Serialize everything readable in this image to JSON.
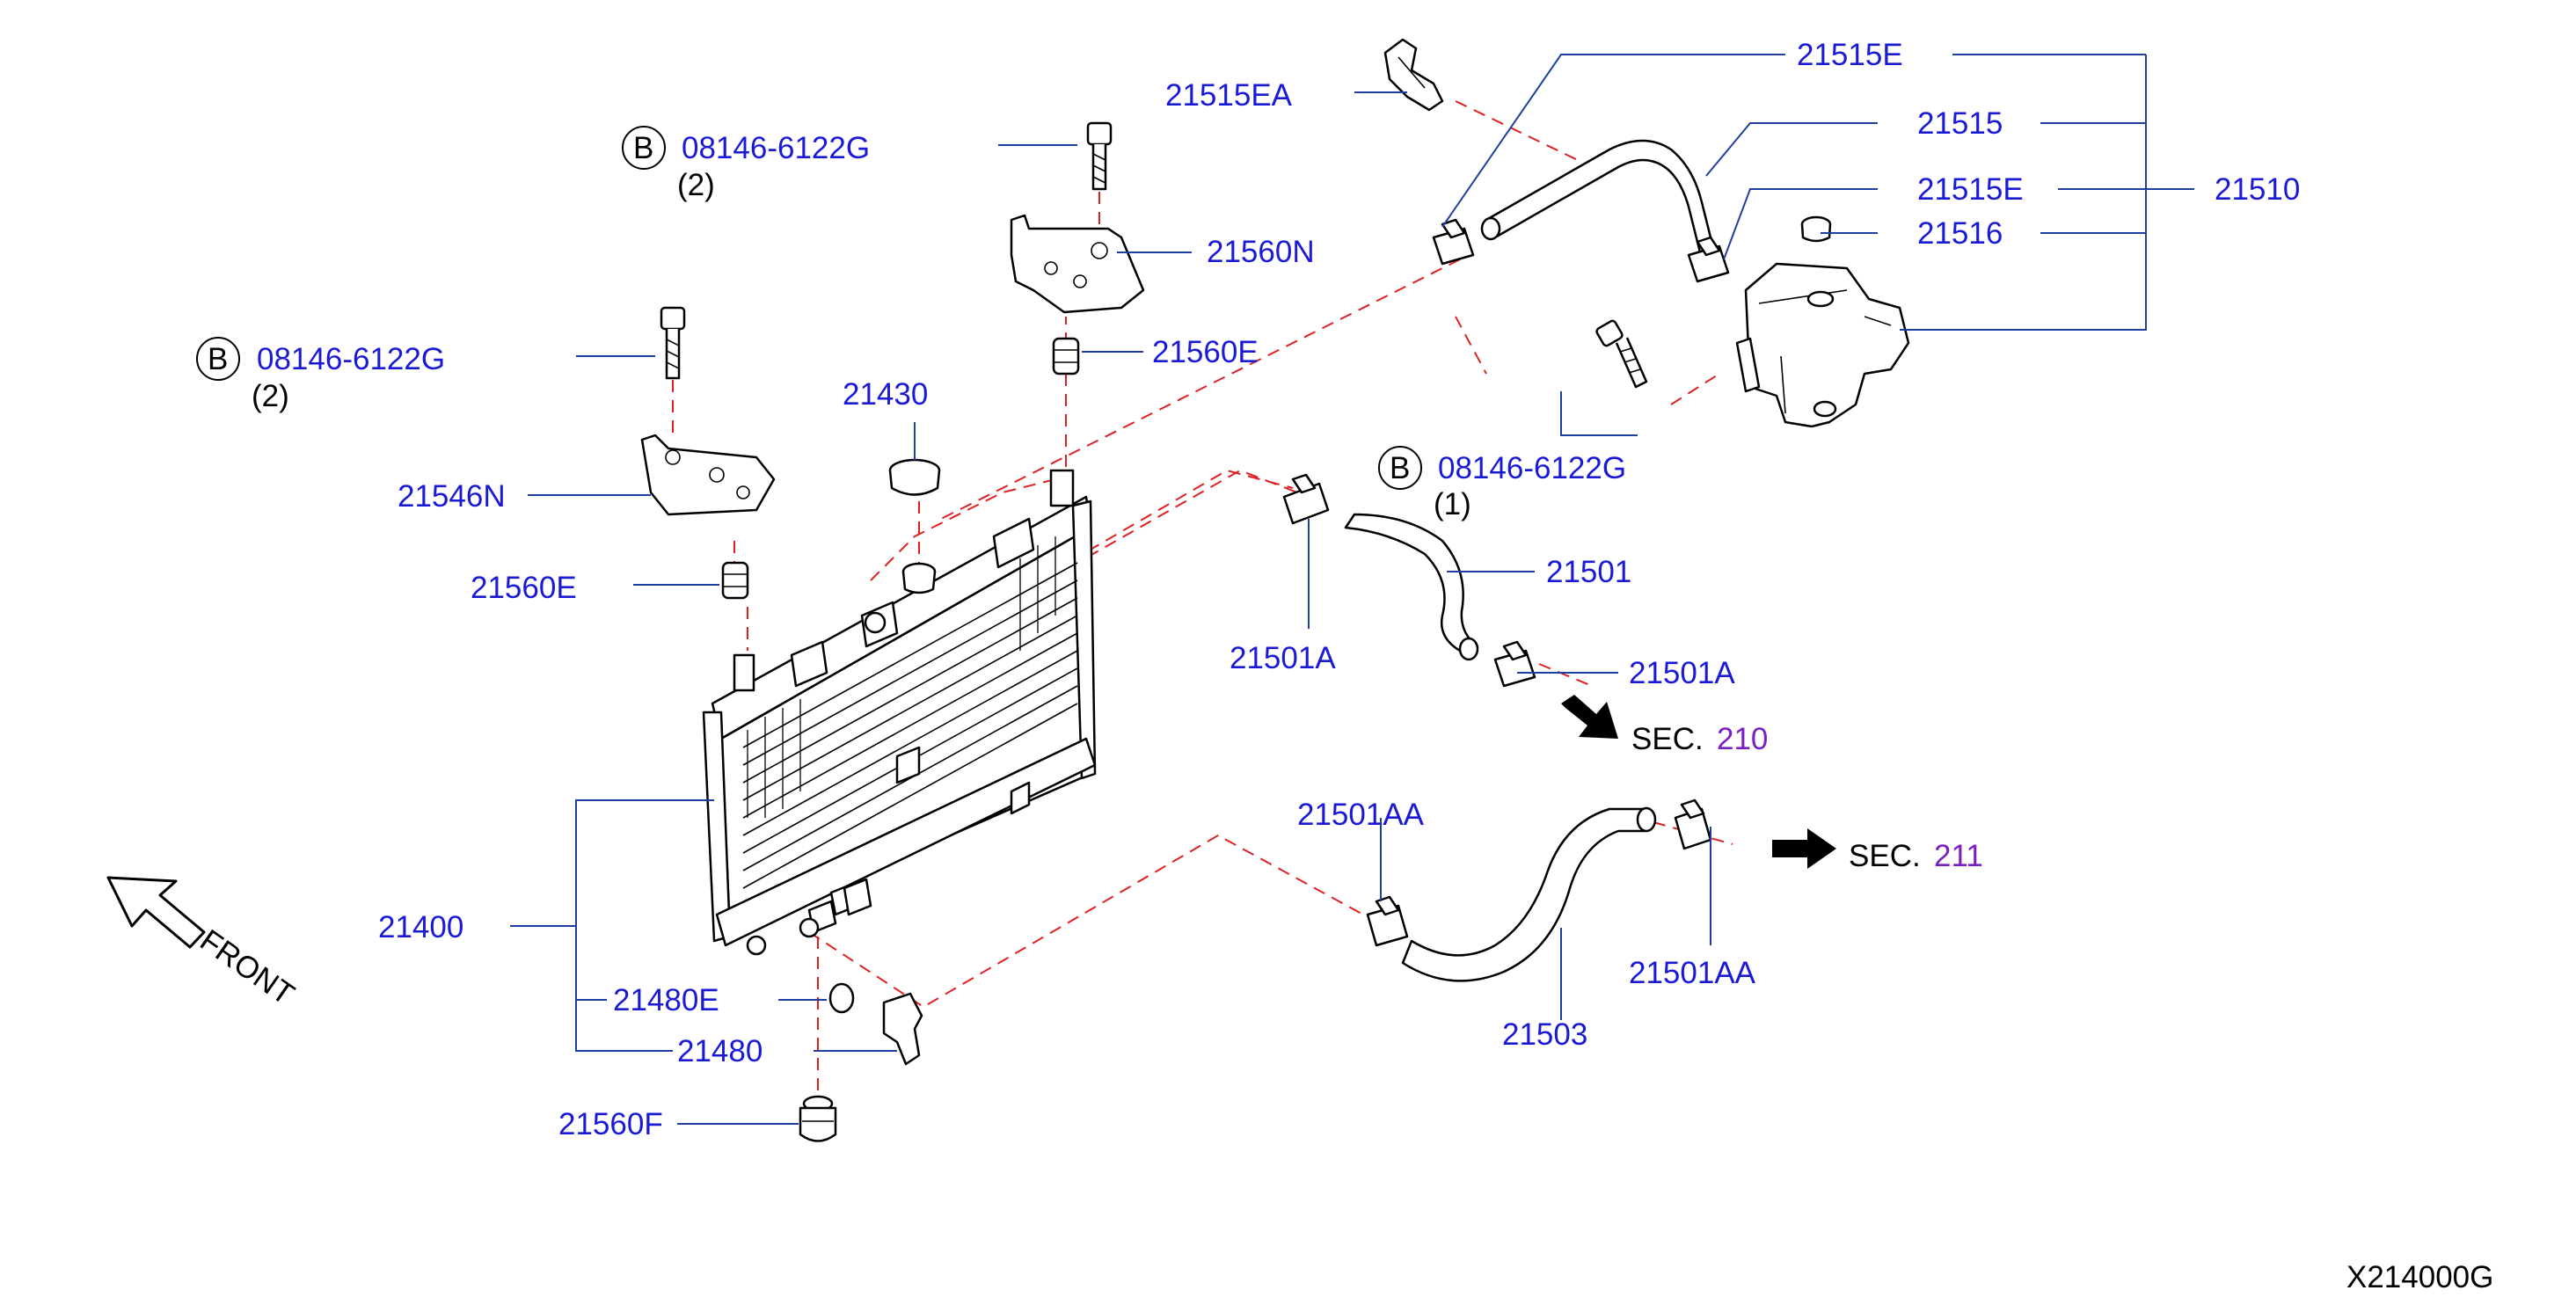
{
  "colors": {
    "label": "#1a1ad6",
    "leader": "#1f3fa0",
    "dashed_line": "#e02020",
    "sec_number": "#7a1fc2",
    "text_black": "#000000"
  },
  "labels": {
    "p21515E_top": "21515E",
    "p21515EA": "21515EA",
    "p21515": "21515",
    "p21515E_mid": "21515E",
    "p21510": "21510",
    "p21516": "21516",
    "bolt_top": {
      "circle": "B",
      "part": "08146-6122G",
      "qty": "(2)"
    },
    "bolt_left": {
      "circle": "B",
      "part": "08146-6122G",
      "qty": "(2)"
    },
    "bolt_tank": {
      "circle": "B",
      "part": "08146-6122G",
      "qty": "(1)"
    },
    "p21560N": "21560N",
    "p21560E_top": "21560E",
    "p21430": "21430",
    "p21546N": "21546N",
    "p21560E_left": "21560E",
    "p21501": "21501",
    "p21501A_left": "21501A",
    "p21501A_right": "21501A",
    "sec210": {
      "prefix": "SEC.",
      "number": "210"
    },
    "p21501AA_top": "21501AA",
    "sec211": {
      "prefix": "SEC.",
      "number": "211"
    },
    "p21400": "21400",
    "p21480E": "21480E",
    "p21480": "21480",
    "p21503": "21503",
    "p21501AA_bottom": "21501AA",
    "p21560F": "21560F",
    "front": "FRONT",
    "diagram_code": "X214000G"
  },
  "icons": [
    "front-arrow-icon",
    "sec-arrow-icon",
    "bolt-icon",
    "hose-clamp-icon",
    "radiator-icon",
    "reservoir-tank-icon",
    "radiator-cap-icon",
    "mount-bushing-icon",
    "drain-plug-icon"
  ]
}
